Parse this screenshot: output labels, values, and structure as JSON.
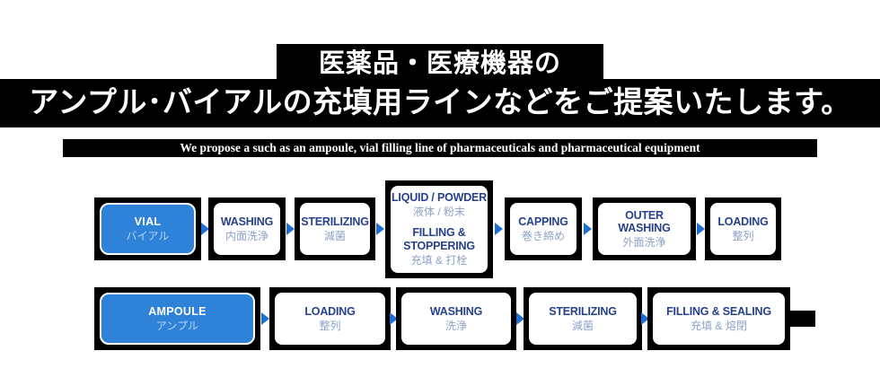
{
  "header": {
    "line1": "医薬品・医療機器の",
    "line2": "アンプル･バイアルの充填用ラインなどをご提案いたします。",
    "subline_en": "We propose a such as an ampoule, vial filling line of pharmaceuticals and pharmaceutical equipment"
  },
  "colors": {
    "bar_black": "#000000",
    "accent_blue": "#2e82d8",
    "arrow_blue": "#1e6fd2",
    "label_navy": "#28418c",
    "label_light_slate": "#8ea2c6",
    "label_light_blue_on_blue": "#b5d6f2"
  },
  "flows": {
    "vial": {
      "steps": [
        {
          "en": "VIAL",
          "ja": "バイアル"
        },
        {
          "en": "WASHING",
          "ja": "内面洗浄"
        },
        {
          "en": "STERILIZING",
          "ja": "減菌"
        },
        {
          "en_top": "LIQUID / POWDER",
          "ja_top": "液体 / 粉末",
          "en_bottom": "FILLING &\nSTOPPERING",
          "ja_bottom": "充填 & 打栓"
        },
        {
          "en": "CAPPING",
          "ja": "巻き締め"
        },
        {
          "en": "OUTER WASHING",
          "ja": "外面洗浄"
        },
        {
          "en": "LOADING",
          "ja": "整列"
        }
      ]
    },
    "ampoule": {
      "steps": [
        {
          "en": "AMPOULE",
          "ja": "アンプル"
        },
        {
          "en": "LOADING",
          "ja": "整列"
        },
        {
          "en": "WASHING",
          "ja": "洗浄"
        },
        {
          "en": "STERILIZING",
          "ja": "減菌"
        },
        {
          "en": "FILLING & SEALING",
          "ja": "充填 & 熔閉"
        }
      ]
    }
  }
}
